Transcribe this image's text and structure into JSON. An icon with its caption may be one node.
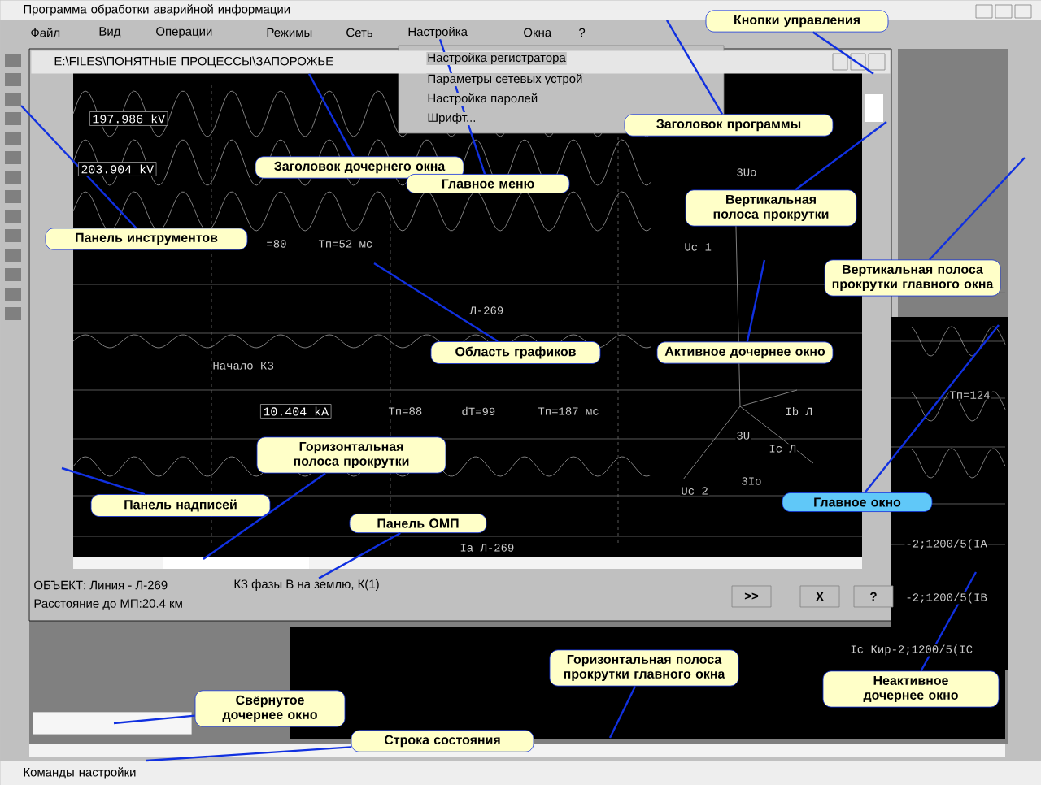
{
  "diagram": {
    "nodes": [
      {
        "text": [
          "Программа обработки аварийной информации"
        ]
      },
      {
        "text": [
          "Кнопки управления"
        ]
      },
      {
        "text": [
          "Настройка"
        ]
      },
      {
        "text": [
          "E:\\FILES\\ПОНЯТНЫЕ ПРОЦЕССЫ\\ЗАПОРОЖЬЕ"
        ]
      },
      {
        "text": [
          "Заголовок программы"
        ]
      },
      {
        "text": [
          "Заголовок дочернего окна"
        ]
      },
      {
        "text": [
          "Главное меню"
        ]
      },
      {
        "text": [
          "Вертикальная полоса прокрутки"
        ]
      },
      {
        "text": [
          "Панель инструментов"
        ]
      },
      {
        "text": [
          "Вертикальная полоса прокрутки главного окна"
        ]
      },
      {
        "text": [
          "Область графиков"
        ]
      },
      {
        "text": [
          "Активное дочернее окно"
        ]
      },
      {
        "text": [
          "Горизонтальная полоса прокрутки"
        ]
      },
      {
        "text": [
          "Главное окно"
        ]
      },
      {
        "text": [
          "Панель надписей"
        ]
      },
      {
        "text": [
          "Панель ОМП"
        ]
      },
      {
        "text": [
          "КЗ фазы В на землю, К(1)"
        ]
      },
      {
        "text": [
          "Горизонтальная полоса прокрутки главного окна"
        ]
      },
      {
        "text": [
          "Неактивное дочернее окно"
        ]
      },
      {
        "text": [
          "Свёрнутое дочернее окно"
        ]
      },
      {
        "text": [
          "Строка состояния"
        ]
      },
      {
        "text": [
          "Команды настройки"
        ]
      }
    ],
    "edges": [
      {
        "from": 1,
        "to": 3,
        "arrow": "none"
      },
      {
        "from": 4,
        "to": 0,
        "arrow": "none"
      },
      {
        "from": 5,
        "to": 3,
        "arrow": "none"
      },
      {
        "from": 6,
        "to": 2,
        "arrow": "none"
      },
      {
        "from": 7,
        "to": null,
        "arrow": "none"
      },
      {
        "from": 8,
        "to": null,
        "arrow": "none"
      },
      {
        "from": 9,
        "to": null,
        "arrow": "none"
      },
      {
        "from": 10,
        "to": null,
        "arrow": "none"
      },
      {
        "from": 11,
        "to": null,
        "arrow": "none"
      },
      {
        "from": 12,
        "to": null,
        "arrow": "none"
      },
      {
        "from": 13,
        "to": null,
        "arrow": "none"
      },
      {
        "from": 14,
        "to": null,
        "arrow": "none"
      },
      {
        "from": 15,
        "to": 16,
        "arrow": "none"
      },
      {
        "from": 17,
        "to": null,
        "arrow": "none"
      },
      {
        "from": 18,
        "to": null,
        "arrow": "none"
      },
      {
        "from": 19,
        "to": null,
        "arrow": "none"
      },
      {
        "from": 20,
        "to": 21,
        "arrow": "none"
      }
    ],
    "labels": [
      "Файл",
      "Вид",
      "Операции",
      "Режимы",
      "Сеть",
      "Окна",
      "?",
      "Настройка регистратора",
      "Параметры сетевых устрой",
      "Настройка паролей",
      "197.986 kV",
      "Шрифт...",
      "203.904 kV",
      "=80",
      "Tп=52 мс",
      "Л-269",
      "Начало КЗ",
      "10.404 kA",
      "Tп=88",
      "dT=99",
      "Tп=187 мс",
      "3Uo",
      "Uc 1",
      "Ib Л",
      "3U",
      "Ic Л",
      "Uc 2",
      "3Io",
      "Tп=124",
      "Ia Л-269",
      "ОБЪЕКТ: Линия - Л-269",
      "Расстояние до МП:20.4 км",
      "-2;1200/5(IA",
      "-2;1200/5(IB",
      "Ic Кир-2;1200/5(IC",
      ">>",
      "X",
      "?"
    ]
  }
}
